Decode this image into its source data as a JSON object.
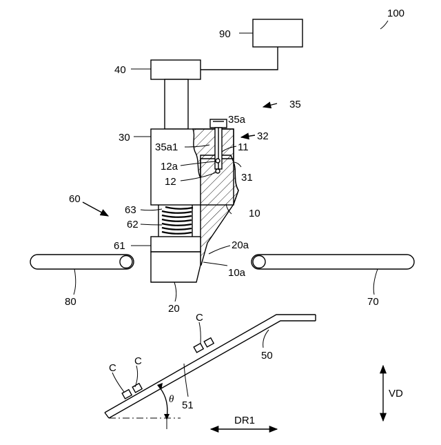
{
  "labels": {
    "ref_100": "100",
    "ref_90": "90",
    "ref_40": "40",
    "ref_35": "35",
    "ref_35a": "35a",
    "ref_32": "32",
    "ref_30": "30",
    "ref_35a1": "35a1",
    "ref_11": "11",
    "ref_12a": "12a",
    "ref_12": "12",
    "ref_31": "31",
    "ref_60": "60",
    "ref_63": "63",
    "ref_62": "62",
    "ref_10": "10",
    "ref_61": "61",
    "ref_20a": "20a",
    "ref_10a": "10a",
    "ref_80": "80",
    "ref_70": "70",
    "ref_20": "20",
    "ref_C_right": "C",
    "ref_C_left1": "C",
    "ref_C_left2": "C",
    "ref_50": "50",
    "ref_51": "51",
    "ref_theta": "θ",
    "ref_VD": "VD",
    "ref_DR1": "DR1"
  }
}
